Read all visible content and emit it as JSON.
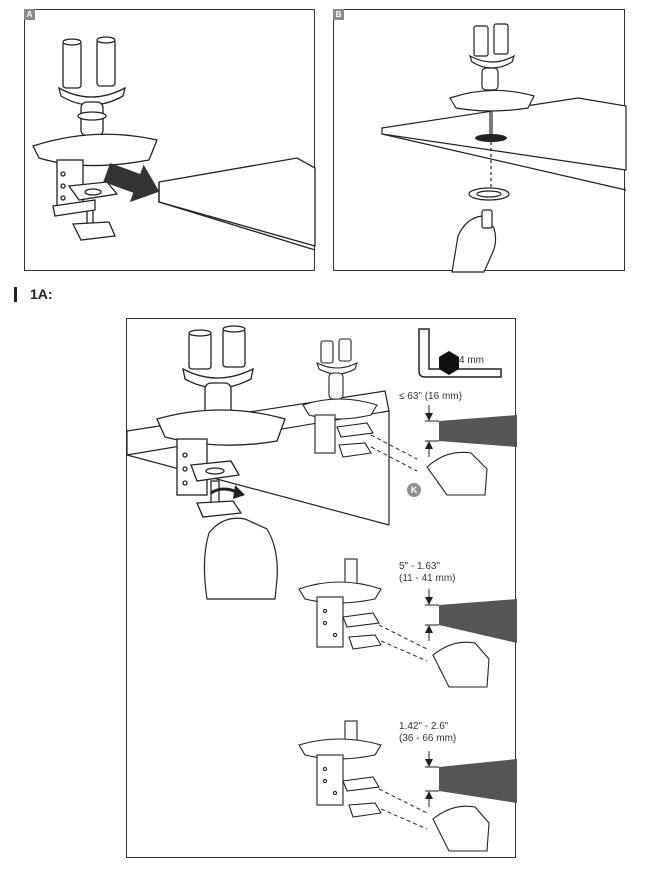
{
  "panels": [
    {
      "tag": "A"
    },
    {
      "tag": "B"
    }
  ],
  "step": {
    "label": "1A:"
  },
  "tool": {
    "size": "4 mm"
  },
  "callout": {
    "letter": "K"
  },
  "dimensions": [
    {
      "line1": "≤ 63\" (16 mm)",
      "line2": ""
    },
    {
      "line1": "5\" - 1.63\"",
      "line2": "(11 - 41 mm)"
    },
    {
      "line1": "1.42\" - 2.6\"",
      "line2": "(36 - 66 mm)"
    }
  ],
  "colors": {
    "desk_edge": "#555555",
    "tag_bg": "#8a8a8a",
    "callout_bg": "#8f8f8f"
  }
}
